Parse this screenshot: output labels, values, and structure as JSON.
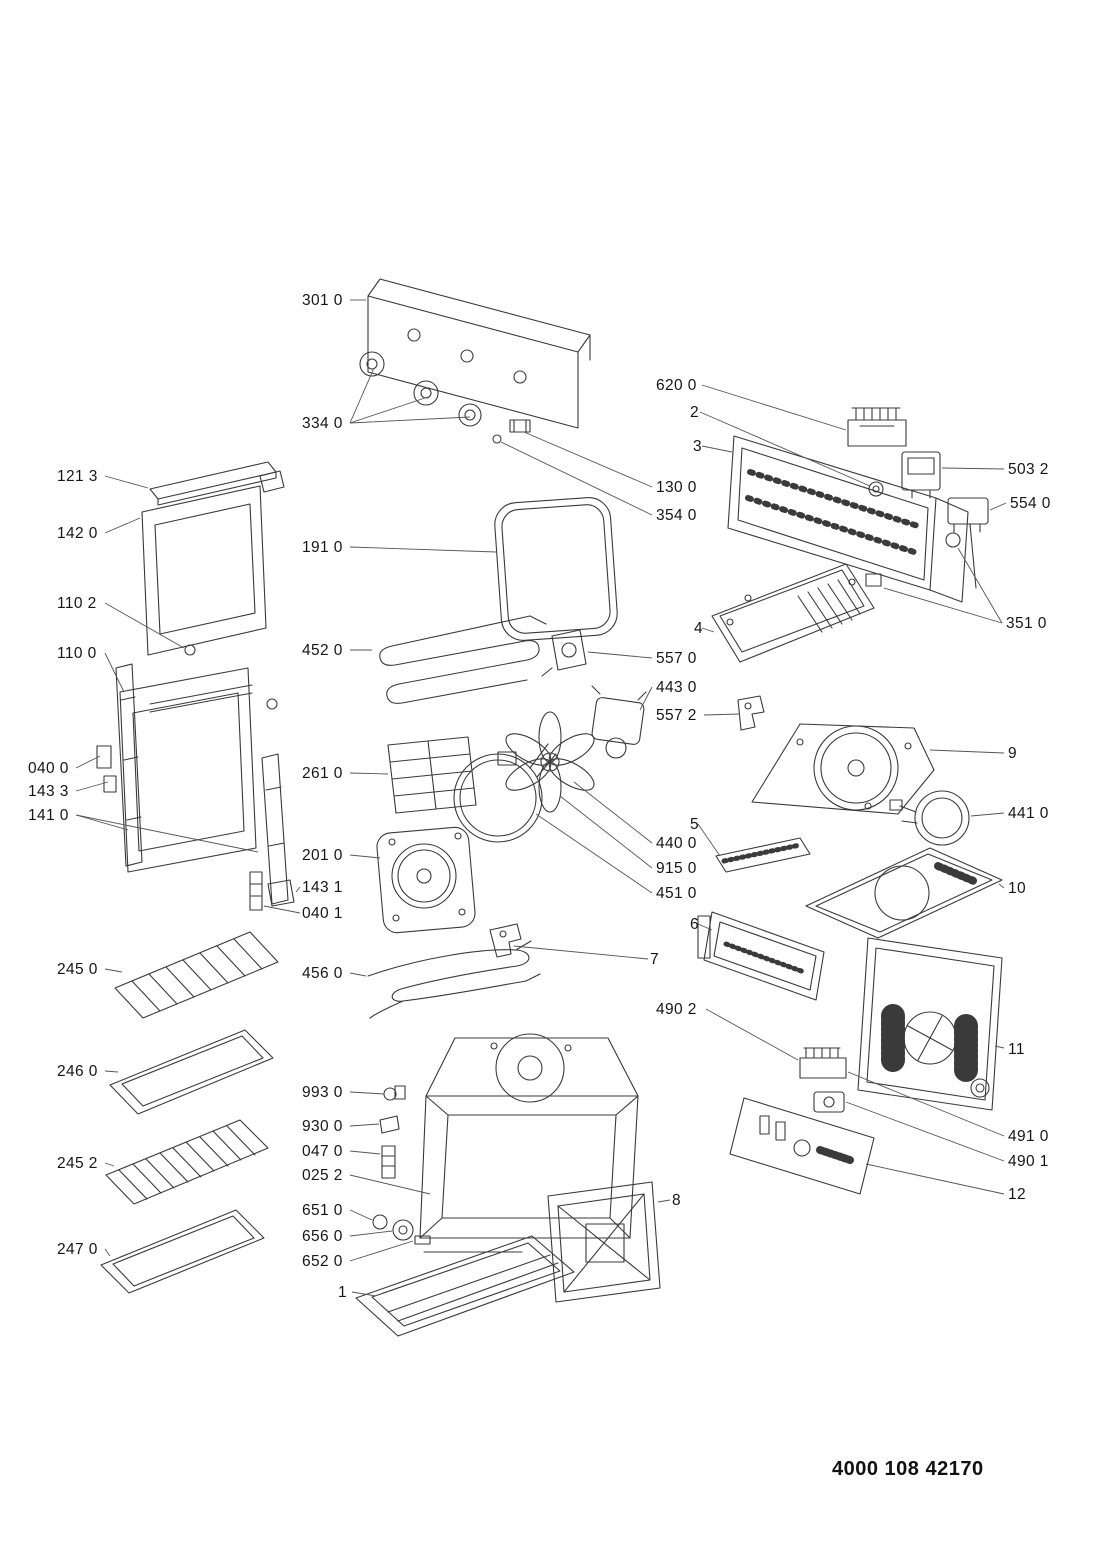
{
  "page": {
    "background_color": "#ffffff",
    "line_color": "#3a3a3a",
    "text_color": "#161616"
  },
  "labels": {
    "l3010": "301 0",
    "l3340": "334 0",
    "l1213": "121 3",
    "l1420": "142 0",
    "l1102": "110 2",
    "l1100": "110 0",
    "l0400": "040 0",
    "l1433": "143 3",
    "l1410": "141 0",
    "l1910": "191 0",
    "l4520": "452 0",
    "l2610": "261 0",
    "l2010": "201 0",
    "l1431": "143 1",
    "l0401": "040 1",
    "l2450": "245 0",
    "l4560": "456 0",
    "l2460": "246 0",
    "l9930": "993 0",
    "l9300": "930 0",
    "l0470": "047 0",
    "l0252": "025 2",
    "l2452": "245 2",
    "l6510": "651 0",
    "l6560": "656 0",
    "l6520": "652 0",
    "l2470": "247 0",
    "n1": "1",
    "l6200": "620 0",
    "n2": "2",
    "n3": "3",
    "l5032": "503 2",
    "l5540": "554 0",
    "l1300": "130 0",
    "l3540": "354 0",
    "l3510": "351 0",
    "n4": "4",
    "l5570": "557 0",
    "l4430": "443 0",
    "l5572": "557 2",
    "n9": "9",
    "l4410": "441 0",
    "n5": "5",
    "l4400": "440 0",
    "l9150": "915 0",
    "l4510": "451 0",
    "n10": "10",
    "n6": "6",
    "n7": "7",
    "l4902": "490 2",
    "n11": "11",
    "l4910": "491 0",
    "l4901": "490 1",
    "n12": "12",
    "n8": "8"
  },
  "footer": {
    "code": "4000 108 42170"
  }
}
